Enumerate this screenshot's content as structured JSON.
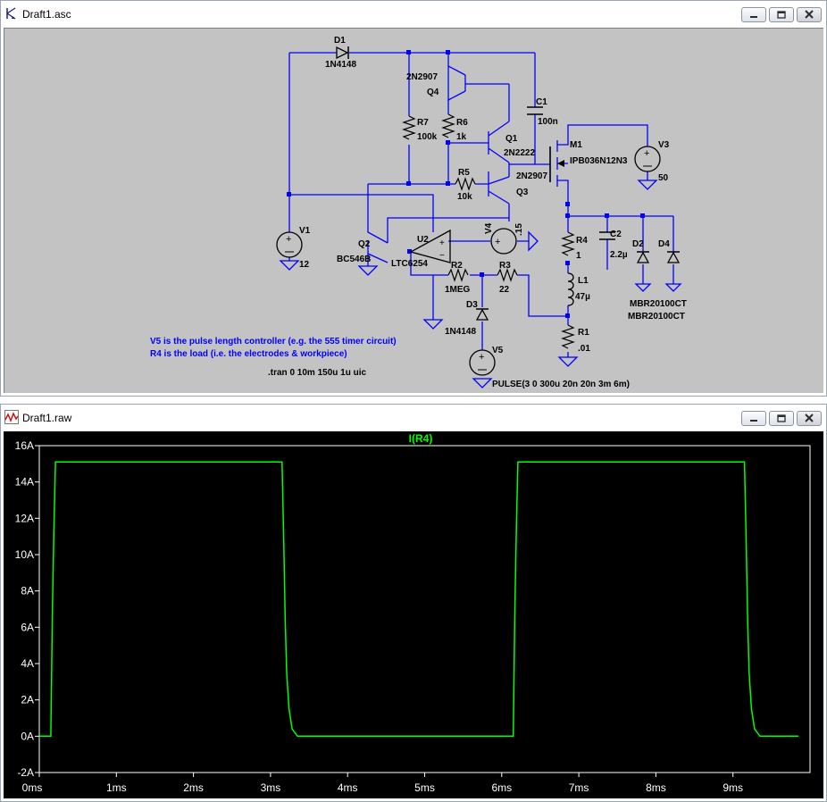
{
  "schematic_window": {
    "title": "Draft1.asc",
    "icon": "schematic-transistor-icon",
    "buttons": [
      "minimize-icon",
      "restore-icon",
      "close-icon"
    ],
    "components": {
      "d1": {
        "ref": "D1",
        "value": "1N4148"
      },
      "q4": {
        "model": "2N2907",
        "ref": "Q4"
      },
      "r7": {
        "ref": "R7",
        "value": "100k"
      },
      "r6": {
        "ref": "R6",
        "value": "1k"
      },
      "c1": {
        "ref": "C1",
        "value": "100n"
      },
      "q1": {
        "ref": "Q1",
        "model": "2N2222"
      },
      "q3": {
        "model": "2N2907",
        "ref": "Q3"
      },
      "r5": {
        "ref": "R5",
        "value": "10k"
      },
      "m1": {
        "ref": "M1",
        "model": "IPB036N12N3"
      },
      "v3": {
        "ref": "V3",
        "value": "50"
      },
      "v1": {
        "ref": "V1",
        "value": "12"
      },
      "q2": {
        "ref": "Q2",
        "model": "BC546B"
      },
      "u2": {
        "ref": "U2",
        "model": "LTC6254"
      },
      "v4": {
        "ref": "V4",
        "value": ".15"
      },
      "r2": {
        "ref": "R2",
        "value": "1MEG"
      },
      "r3": {
        "ref": "R3",
        "value": "22"
      },
      "d3": {
        "ref": "D3",
        "value": "1N4148"
      },
      "v5": {
        "ref": "V5",
        "value": "PULSE(3 0 300u 20n 20n 3m 6m)"
      },
      "r4": {
        "ref": "R4",
        "value": "1"
      },
      "c2": {
        "ref": "C2",
        "value": "2.2µ"
      },
      "d2": {
        "ref": "D2"
      },
      "d4": {
        "ref": "D4"
      },
      "diode_model_1": "MBR20100CT",
      "diode_model_2": "MBR20100CT",
      "l1": {
        "ref": "L1",
        "value": "47µ"
      },
      "r1": {
        "ref": "R1",
        "value": ".01"
      }
    },
    "notes": [
      "V5 is the pulse length controller (e.g. the 555 timer circuit)",
      "R4 is the load (i.e. the electrodes & workpiece)"
    ],
    "directive": ".tran 0 10m 150u 1u uic",
    "colors": {
      "background": "#c3c3c3",
      "wire": "#0000ff",
      "text": "#000000",
      "note": "#0000ff"
    }
  },
  "waveform_window": {
    "title": "Draft1.raw",
    "icon": "waveform-icon",
    "buttons": [
      "minimize-icon",
      "restore-icon",
      "close-icon"
    ],
    "colors": {
      "background": "#000000",
      "trace": "#00ff00",
      "axis": "#ffffff"
    }
  },
  "chart_data": {
    "type": "line",
    "title": "",
    "xlabel": "",
    "ylabel": "",
    "xlim": [
      0,
      10
    ],
    "ylim": [
      -2,
      16
    ],
    "x_ticks": [
      "0ms",
      "1ms",
      "2ms",
      "3ms",
      "4ms",
      "5ms",
      "6ms",
      "7ms",
      "8ms",
      "9ms"
    ],
    "y_ticks": [
      "-2A",
      "0A",
      "2A",
      "4A",
      "6A",
      "8A",
      "10A",
      "12A",
      "14A",
      "16A"
    ],
    "grid": false,
    "legend": "top-center",
    "series": [
      {
        "name": "I(R4)",
        "color": "#00ff00",
        "x": [
          0,
          0.15,
          0.17,
          0.19,
          0.21,
          3.15,
          3.17,
          3.19,
          3.21,
          3.24,
          3.28,
          3.35,
          6.15,
          6.17,
          6.19,
          6.21,
          9.15,
          9.17,
          9.19,
          9.21,
          9.24,
          9.28,
          9.35,
          9.85
        ],
        "y": [
          0,
          0,
          7,
          11.5,
          15.1,
          15.1,
          11,
          6.5,
          3.5,
          1.5,
          0.4,
          0,
          0,
          7,
          11.5,
          15.1,
          15.1,
          11,
          6.5,
          3.5,
          1.5,
          0.4,
          0,
          0
        ]
      }
    ]
  }
}
